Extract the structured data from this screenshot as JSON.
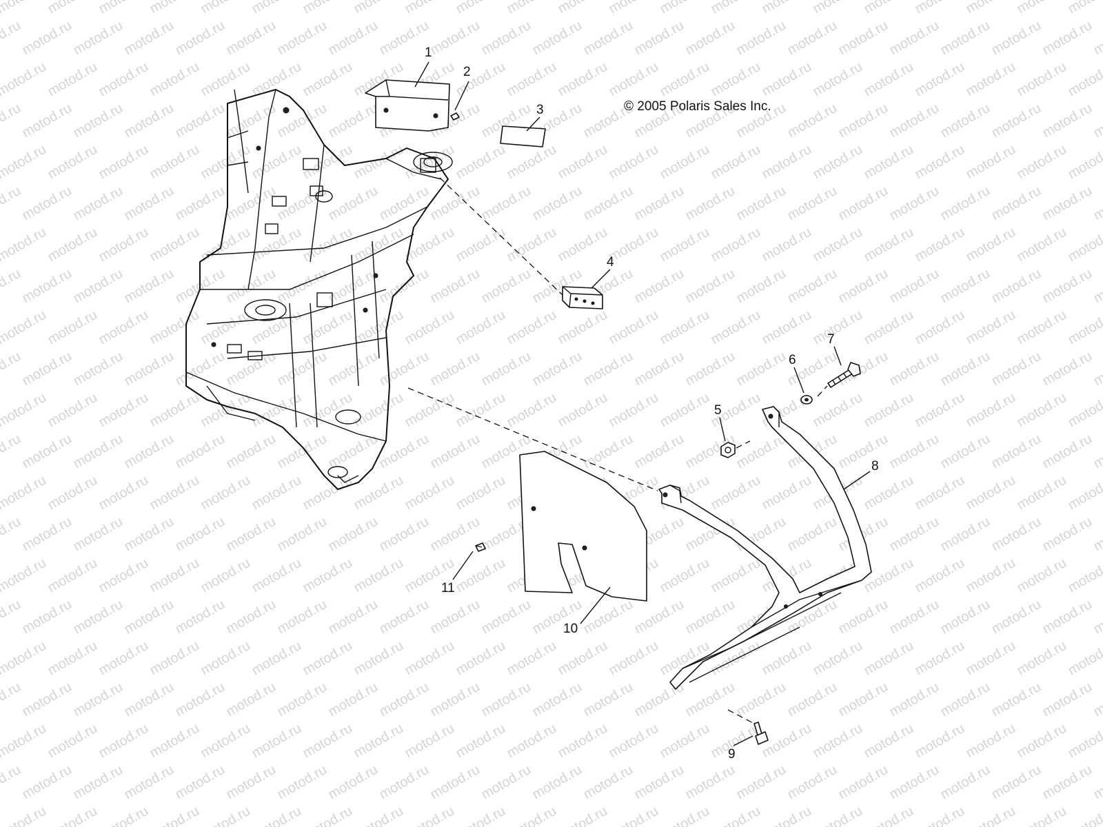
{
  "watermark": "motod.ru",
  "copyright": "© 2005 Polaris Sales Inc.",
  "callouts": [
    {
      "id": "1",
      "label": "1"
    },
    {
      "id": "2",
      "label": "2"
    },
    {
      "id": "3",
      "label": "3"
    },
    {
      "id": "4",
      "label": "4"
    },
    {
      "id": "5",
      "label": "5"
    },
    {
      "id": "6",
      "label": "6"
    },
    {
      "id": "7",
      "label": "7"
    },
    {
      "id": "8",
      "label": "8"
    },
    {
      "id": "9",
      "label": "9"
    },
    {
      "id": "10",
      "label": "10"
    },
    {
      "id": "11",
      "label": "11"
    }
  ]
}
